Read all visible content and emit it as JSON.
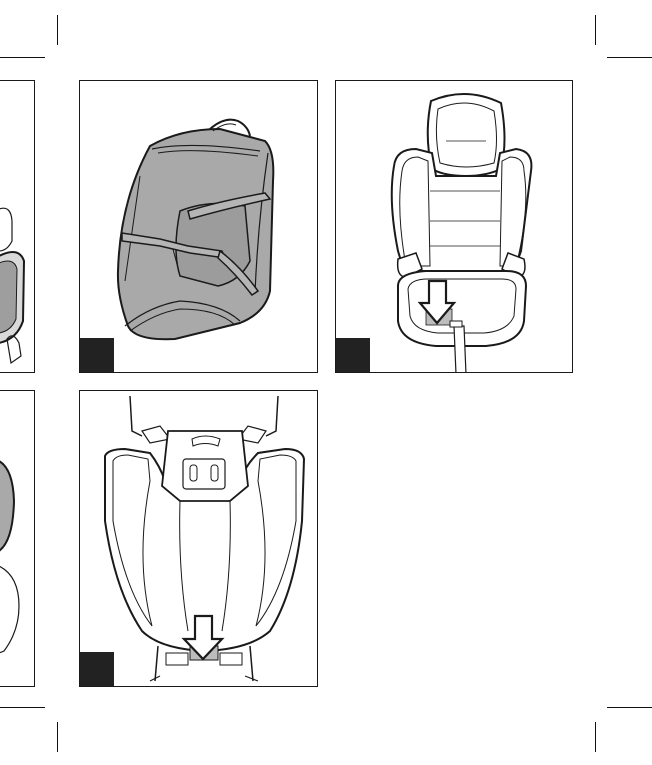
{
  "page": {
    "panels": [
      {
        "id": "left-partial-top",
        "step": ""
      },
      {
        "id": "bag",
        "step": ""
      },
      {
        "id": "seat-front",
        "step": ""
      },
      {
        "id": "left-partial-bottom",
        "step": ""
      },
      {
        "id": "seat-back",
        "step": ""
      }
    ],
    "icons": [
      "carry-bag-icon",
      "car-seat-front-icon",
      "car-seat-back-icon",
      "down-arrow-icon"
    ],
    "colors": {
      "line": "#1a1a1a",
      "bag_fill": "#a9a9a9",
      "step_box": "#222222",
      "highlight": "#bdbdbd"
    }
  }
}
